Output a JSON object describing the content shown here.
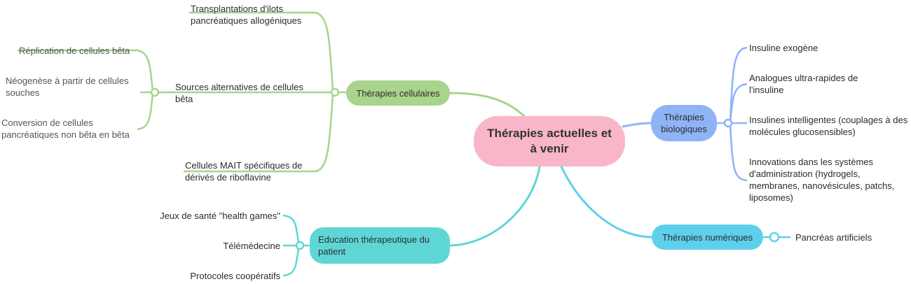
{
  "central": {
    "title": "Thérapies actuelles et à venir"
  },
  "cellular": {
    "label": "Thérapies cellulaires",
    "color": "#a8d48b",
    "children": {
      "transplant": "Transplantations d'ilots pancréatiques allogéniques",
      "sources": "Sources alternatives de cellules bêta",
      "mait": "Cellules MAIT spécifiques de dérivés de riboflavine"
    },
    "sources_children": {
      "replication": "Réplication de cellules bêta",
      "neogenese": "Néogenèse à partir de cellules souches",
      "conversion": "Conversion de cellules pancréatiques non bêta en bêta"
    }
  },
  "biological": {
    "label": "Thérapies biologiques",
    "color": "#8fb4f5",
    "children": {
      "exogene": "Insuline exogène",
      "analogues": "Analogues ultra-rapides de l'insuline",
      "intelligentes": "Insulines intelligentes (couplages à des molécules glucosensibles)",
      "innovations": "Innovations dans les systèmes d'administration (hydrogels, membranes, nanovésicules, patchs, liposomes)"
    }
  },
  "education": {
    "label": "Education thérapeutique du patient",
    "color": "#5fd6d6",
    "children": {
      "jeux": "Jeux de santé \"health games\"",
      "telemedecine": "Télémédecine",
      "protocoles": "Protocoles coopératifs"
    }
  },
  "numerique": {
    "label": "Thérapies numériques",
    "color": "#5ed0ec",
    "children": {
      "pancreas": "Pancréas artificiels"
    }
  }
}
